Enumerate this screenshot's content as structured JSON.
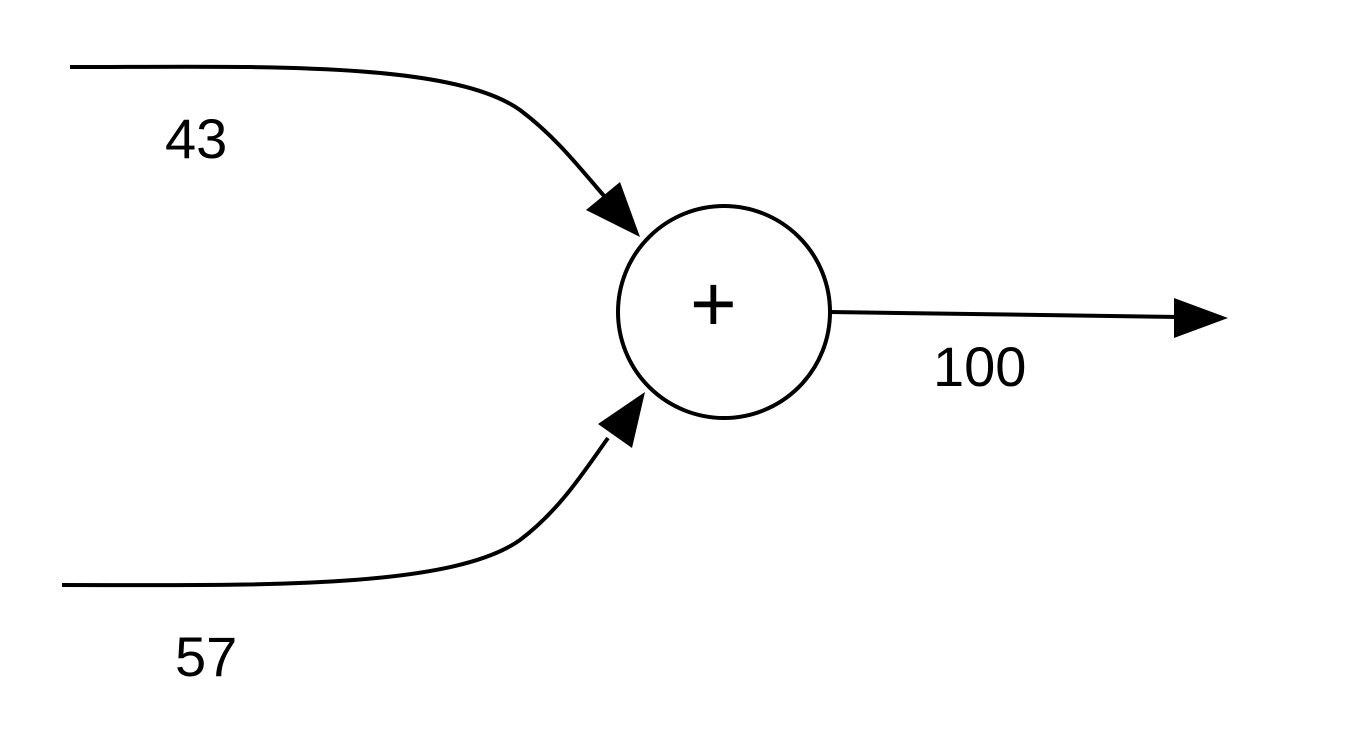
{
  "inputs": [
    {
      "label": "43"
    },
    {
      "label": "57"
    }
  ],
  "operator": "+",
  "output": {
    "label": "100"
  }
}
